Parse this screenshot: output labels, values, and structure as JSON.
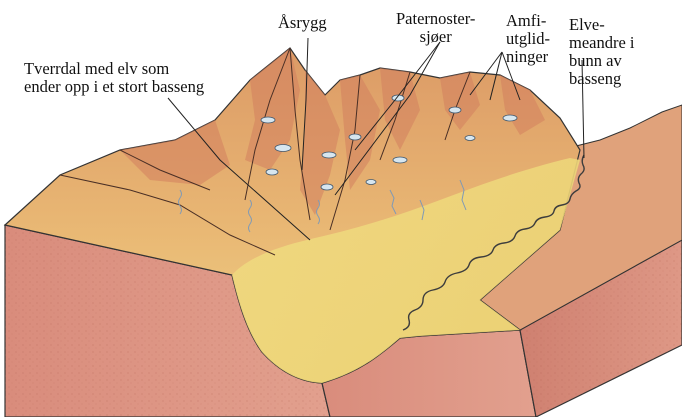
{
  "labels": {
    "tverrdal": {
      "line1": "Tverrdal med elv som",
      "line2": "ender opp i et stort basseng"
    },
    "asrygg": "Åsrygg",
    "paternoster": {
      "line1": "Paternoster-",
      "line2": "sjøer"
    },
    "amfi": {
      "line1": "Amfi-",
      "line2": "utglid-",
      "line3": "ninger"
    },
    "elve": {
      "line1": "Elve-",
      "line2": "meandre i",
      "line3": "bunn av",
      "line4": "basseng"
    }
  },
  "colors": {
    "block_side": "#d98a7a",
    "block_side_dark": "#c5705f",
    "terrain_top": "#e8b06f",
    "valley_floor": "#efdc7d",
    "river": "#8aa7c4",
    "lake": "#d7e6ef",
    "line": "#333333"
  }
}
